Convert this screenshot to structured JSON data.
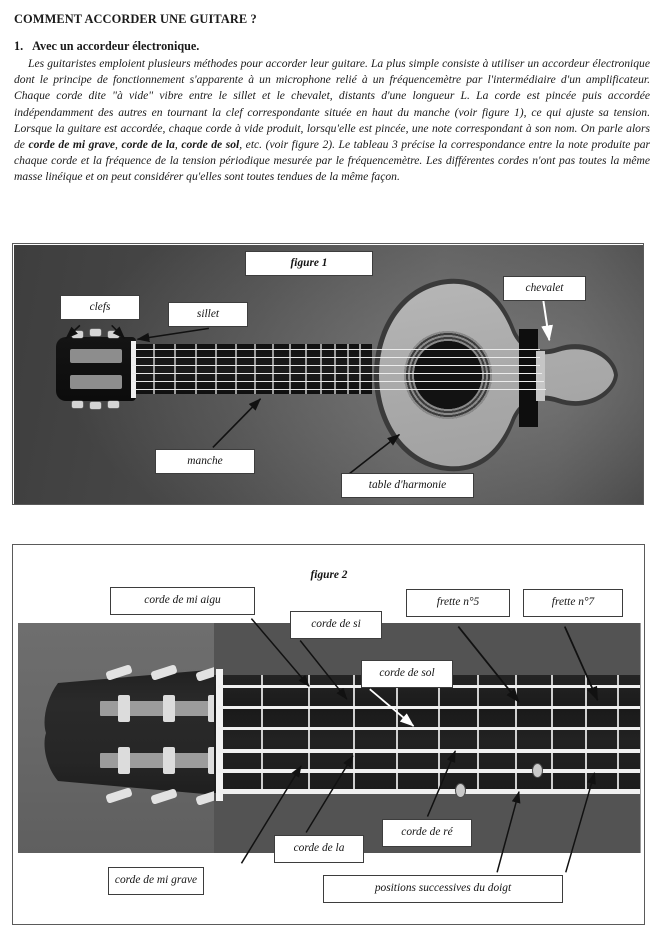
{
  "document": {
    "title": "COMMENT ACCORDER UNE GUITARE ?",
    "section_number": "1.",
    "section_title": "Avec un accordeur électronique.",
    "paragraph_runs": [
      {
        "text": "Les guitaristes emploient plusieurs méthodes pour accorder leur guitare. La plus simple consiste à utiliser un accordeur électronique dont le principe de fonctionnement s'apparente à un microphone relié à un fréquencemètre par l'intermédiaire d'un amplificateur. Chaque corde dite \"à vide\" vibre entre le sillet et le chevalet, distants d'une longueur L. La corde est pincée puis accordée indépendamment des autres en tournant la clef correspondante située en haut du manche (voir figure 1), ce qui ajuste sa tension. Lorsque la guitare est accordée, chaque corde à vide produit, lorsqu'elle est pincée, une note correspondant à son nom. On parle alors de ",
        "bold": false
      },
      {
        "text": "corde de mi grave",
        "bold": true
      },
      {
        "text": ", ",
        "bold": false
      },
      {
        "text": "corde de la",
        "bold": true
      },
      {
        "text": ", ",
        "bold": false
      },
      {
        "text": "corde de sol",
        "bold": true
      },
      {
        "text": ", etc. (voir figure 2). Le tableau 3 précise la correspondance entre la note produite par chaque corde et la fréquence de la tension périodique mesurée par le fréquencemètre. Les différentes cordes n'ont pas toutes la même masse linéique et on peut considérer qu'elles sont toutes tendues de la même façon.",
        "bold": false
      }
    ]
  },
  "figure1": {
    "caption": "figure 1",
    "labels": {
      "clefs": "clefs",
      "sillet": "sillet",
      "chevalet": "chevalet",
      "manche": "manche",
      "table_harmonie": "table d'harmonie"
    }
  },
  "figure2": {
    "caption": "figure 2",
    "labels": {
      "mi_aigu": "corde de mi aigu",
      "si": "corde de si",
      "sol": "corde de sol",
      "re": "corde de ré",
      "la": "corde de la",
      "mi_grave": "corde de mi grave",
      "frette5": "frette n°5",
      "frette7": "frette n°7",
      "positions": "positions successives du doigt"
    }
  },
  "colors": {
    "page_background": "#ffffff",
    "text": "#1a1a1a",
    "frame_border": "#5a5a5a",
    "callout_border": "#3d3d3d",
    "photo_dark": "#3e3e3e",
    "photo_mid": "#6e6e6e"
  }
}
